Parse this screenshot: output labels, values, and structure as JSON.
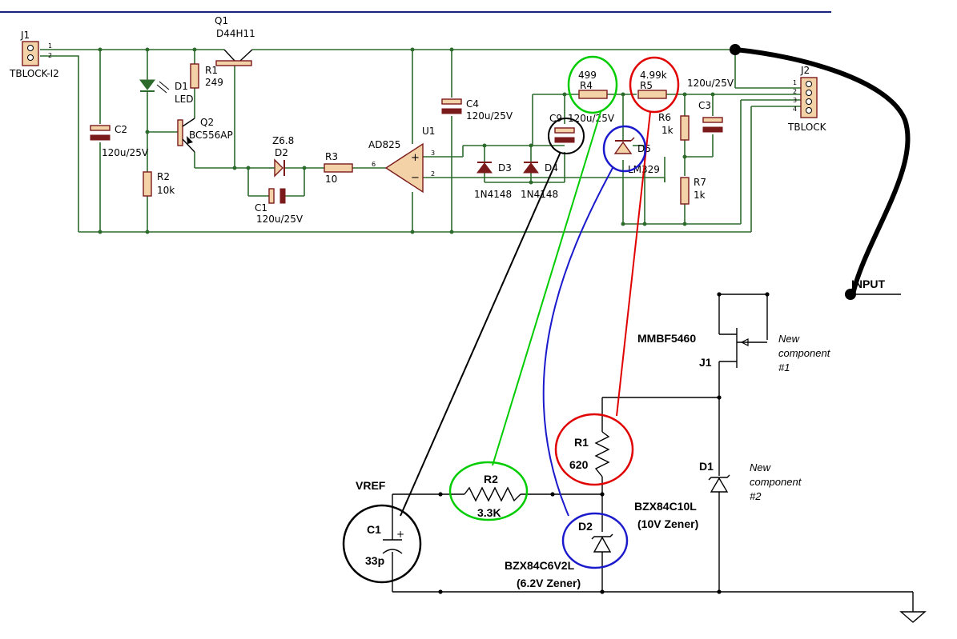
{
  "top_schematic": {
    "connectors": [
      {
        "ref": "J1",
        "name": "TBLOCK-I2",
        "pins": [
          "1",
          "2"
        ]
      },
      {
        "ref": "J2",
        "name": "TBLOCK",
        "pins": [
          "1",
          "2",
          "3",
          "4"
        ]
      }
    ],
    "components": [
      {
        "ref": "Q1",
        "value": "D44H11"
      },
      {
        "ref": "R1",
        "value": "249"
      },
      {
        "ref": "D1",
        "value": "LED"
      },
      {
        "ref": "Q2",
        "value": "BC556AP"
      },
      {
        "ref": "C2",
        "value": "120u/25V"
      },
      {
        "ref": "R2",
        "value": "10k"
      },
      {
        "ref": "D2",
        "value": "Z6.8"
      },
      {
        "ref": "C1",
        "value": "120u/25V"
      },
      {
        "ref": "R3",
        "value": "10"
      },
      {
        "ref": "U1",
        "value": "AD825"
      },
      {
        "ref": "C4",
        "value": "120u/25V"
      },
      {
        "ref": "C9",
        "value": "120u/25V"
      },
      {
        "ref": "R4",
        "value": "499"
      },
      {
        "ref": "R5",
        "value": "4.99k"
      },
      {
        "ref": "C3",
        "value": "120u/25V"
      },
      {
        "ref": "D3",
        "value": "1N4148"
      },
      {
        "ref": "D4",
        "value": "1N4148"
      },
      {
        "ref": "D5",
        "value": "D5"
      },
      {
        "ref": "LM329",
        "value": "LM329"
      },
      {
        "ref": "R6",
        "value": "1k"
      },
      {
        "ref": "R7",
        "value": "1k"
      }
    ],
    "pin_numbers": {
      "u1_plus": "3",
      "u1_minus": "2",
      "r3_end": "6"
    }
  },
  "bottom_schematic": {
    "input_label": "INPUT",
    "vref_label": "VREF",
    "jfet": {
      "ref": "J1",
      "part": "MMBF5460"
    },
    "r1": {
      "ref": "R1",
      "value": "620"
    },
    "r2": {
      "ref": "R2",
      "value": "3.3K"
    },
    "c1": {
      "ref": "C1",
      "value": "33p",
      "polarity": "+"
    },
    "d1": {
      "ref": "D1",
      "part": "BZX84C10L",
      "note": "(10V Zener)"
    },
    "d2": {
      "ref": "D2",
      "part": "BZX84C6V2L",
      "note": "(6.2V Zener)"
    },
    "notes": [
      {
        "line1": "New",
        "line2": "component",
        "line3": "#1"
      },
      {
        "line1": "New",
        "line2": "component",
        "line3": "#2"
      }
    ]
  },
  "colors": {
    "wire": "#2d6b2d",
    "black_link": "#000000",
    "green_link": "#00cc00",
    "red_link": "#e00000",
    "blue_link": "#1a1acc",
    "header_line": "#1a237e"
  }
}
